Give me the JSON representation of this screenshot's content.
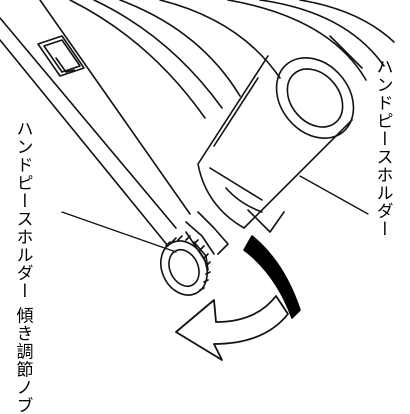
{
  "labels": {
    "handpiece_holder": "ハンドピースホルダー",
    "tilt_knob_line1": "ハンドピースホルダー",
    "tilt_knob_line2": "傾き調節ノブ"
  },
  "icons": {
    "rotation_arrow": "curved-arrow-icon"
  },
  "colors": {
    "line": "#111111",
    "background": "#ffffff",
    "shadow": "#000000"
  }
}
